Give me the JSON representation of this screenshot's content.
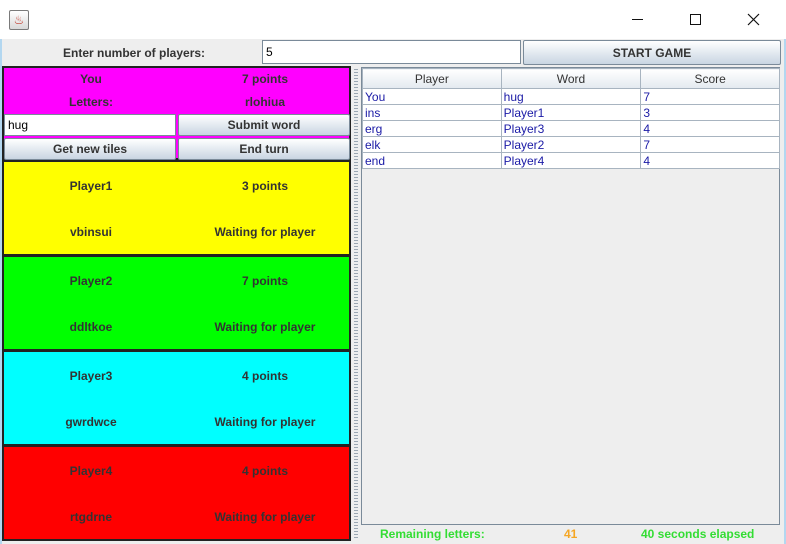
{
  "window": {
    "minimize_glyph": "—",
    "maximize_glyph": "☐",
    "close_glyph": "✕",
    "icon_glyph": "♨"
  },
  "top": {
    "players_label": "Enter number of players:",
    "players_value": "5",
    "start_label": "START GAME"
  },
  "you": {
    "name": "You",
    "points": "7 points",
    "letters_label": "Letters:",
    "letters": "rlohiua",
    "word_value": "hug",
    "submit_label": "Submit word",
    "new_tiles_label": "Get new tiles",
    "end_turn_label": "End turn",
    "color": "#ff00ff"
  },
  "opponents": [
    {
      "name": "Player1",
      "points": "3 points",
      "letters": "vbinsui",
      "status": "Waiting for player",
      "color": "#ffff00"
    },
    {
      "name": "Player2",
      "points": "7 points",
      "letters": "ddltkoe",
      "status": "Waiting for player",
      "color": "#00ff00"
    },
    {
      "name": "Player3",
      "points": "4 points",
      "letters": "gwrdwce",
      "status": "Waiting for player",
      "color": "#00ffff"
    },
    {
      "name": "Player4",
      "points": "4 points",
      "letters": "rtgdrne",
      "status": "Waiting for player",
      "color": "#ff0000"
    }
  ],
  "table": {
    "headers": [
      "Player",
      "Word",
      "Score"
    ],
    "rows": [
      [
        "You",
        "hug",
        "7"
      ],
      [
        "ins",
        "Player1",
        "3"
      ],
      [
        "erg",
        "Player3",
        "4"
      ],
      [
        "elk",
        "Player2",
        "7"
      ],
      [
        "end",
        "Player4",
        "4"
      ]
    ]
  },
  "status": {
    "remaining_label": "Remaining letters:",
    "remaining_value": "41",
    "elapsed": "40 seconds elapsed",
    "green": "#33dd33",
    "orange": "#f5a623"
  }
}
